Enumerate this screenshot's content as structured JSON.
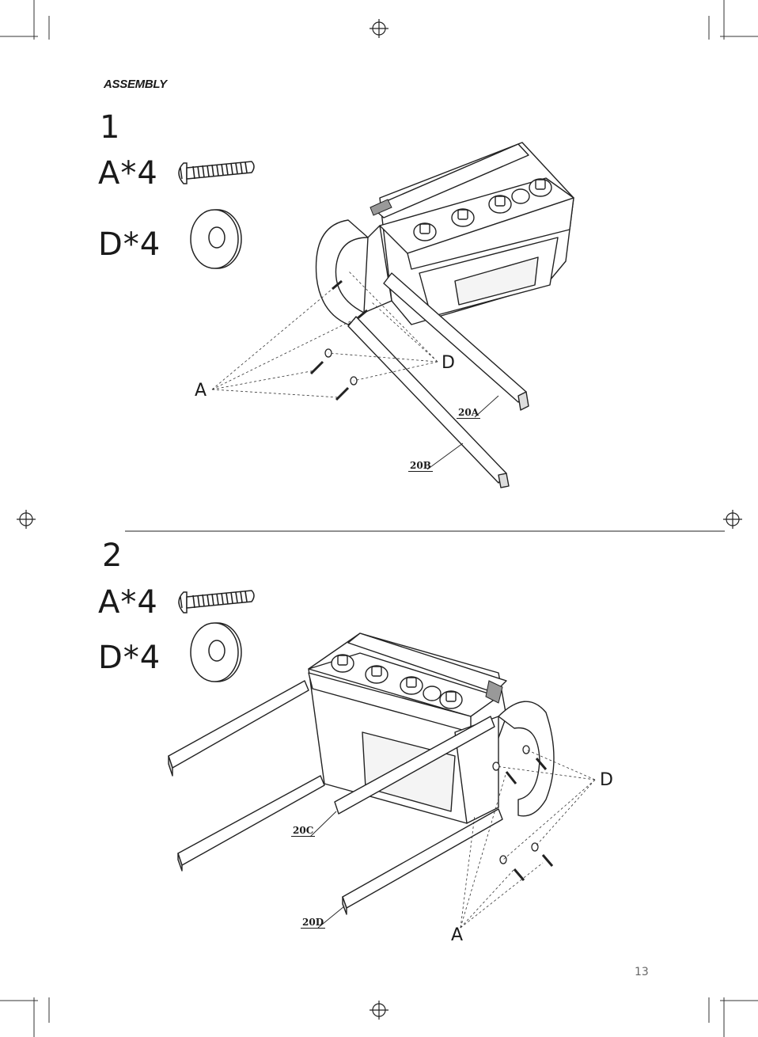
{
  "header": {
    "section": "ASSEMBLY"
  },
  "steps": [
    {
      "number": "1",
      "parts": [
        {
          "label": "A*4",
          "icon": "screw-icon"
        },
        {
          "label": "D*4",
          "icon": "washer-icon"
        }
      ],
      "callouts": [
        "D",
        "A"
      ],
      "component_labels": [
        "20A",
        "20B"
      ]
    },
    {
      "number": "2",
      "parts": [
        {
          "label": "A*4",
          "icon": "screw-icon"
        },
        {
          "label": "D*4",
          "icon": "washer-icon"
        }
      ],
      "callouts": [
        "D",
        "A"
      ],
      "component_labels": [
        "20C",
        "20D"
      ]
    }
  ],
  "footer": {
    "page_number": "13"
  }
}
